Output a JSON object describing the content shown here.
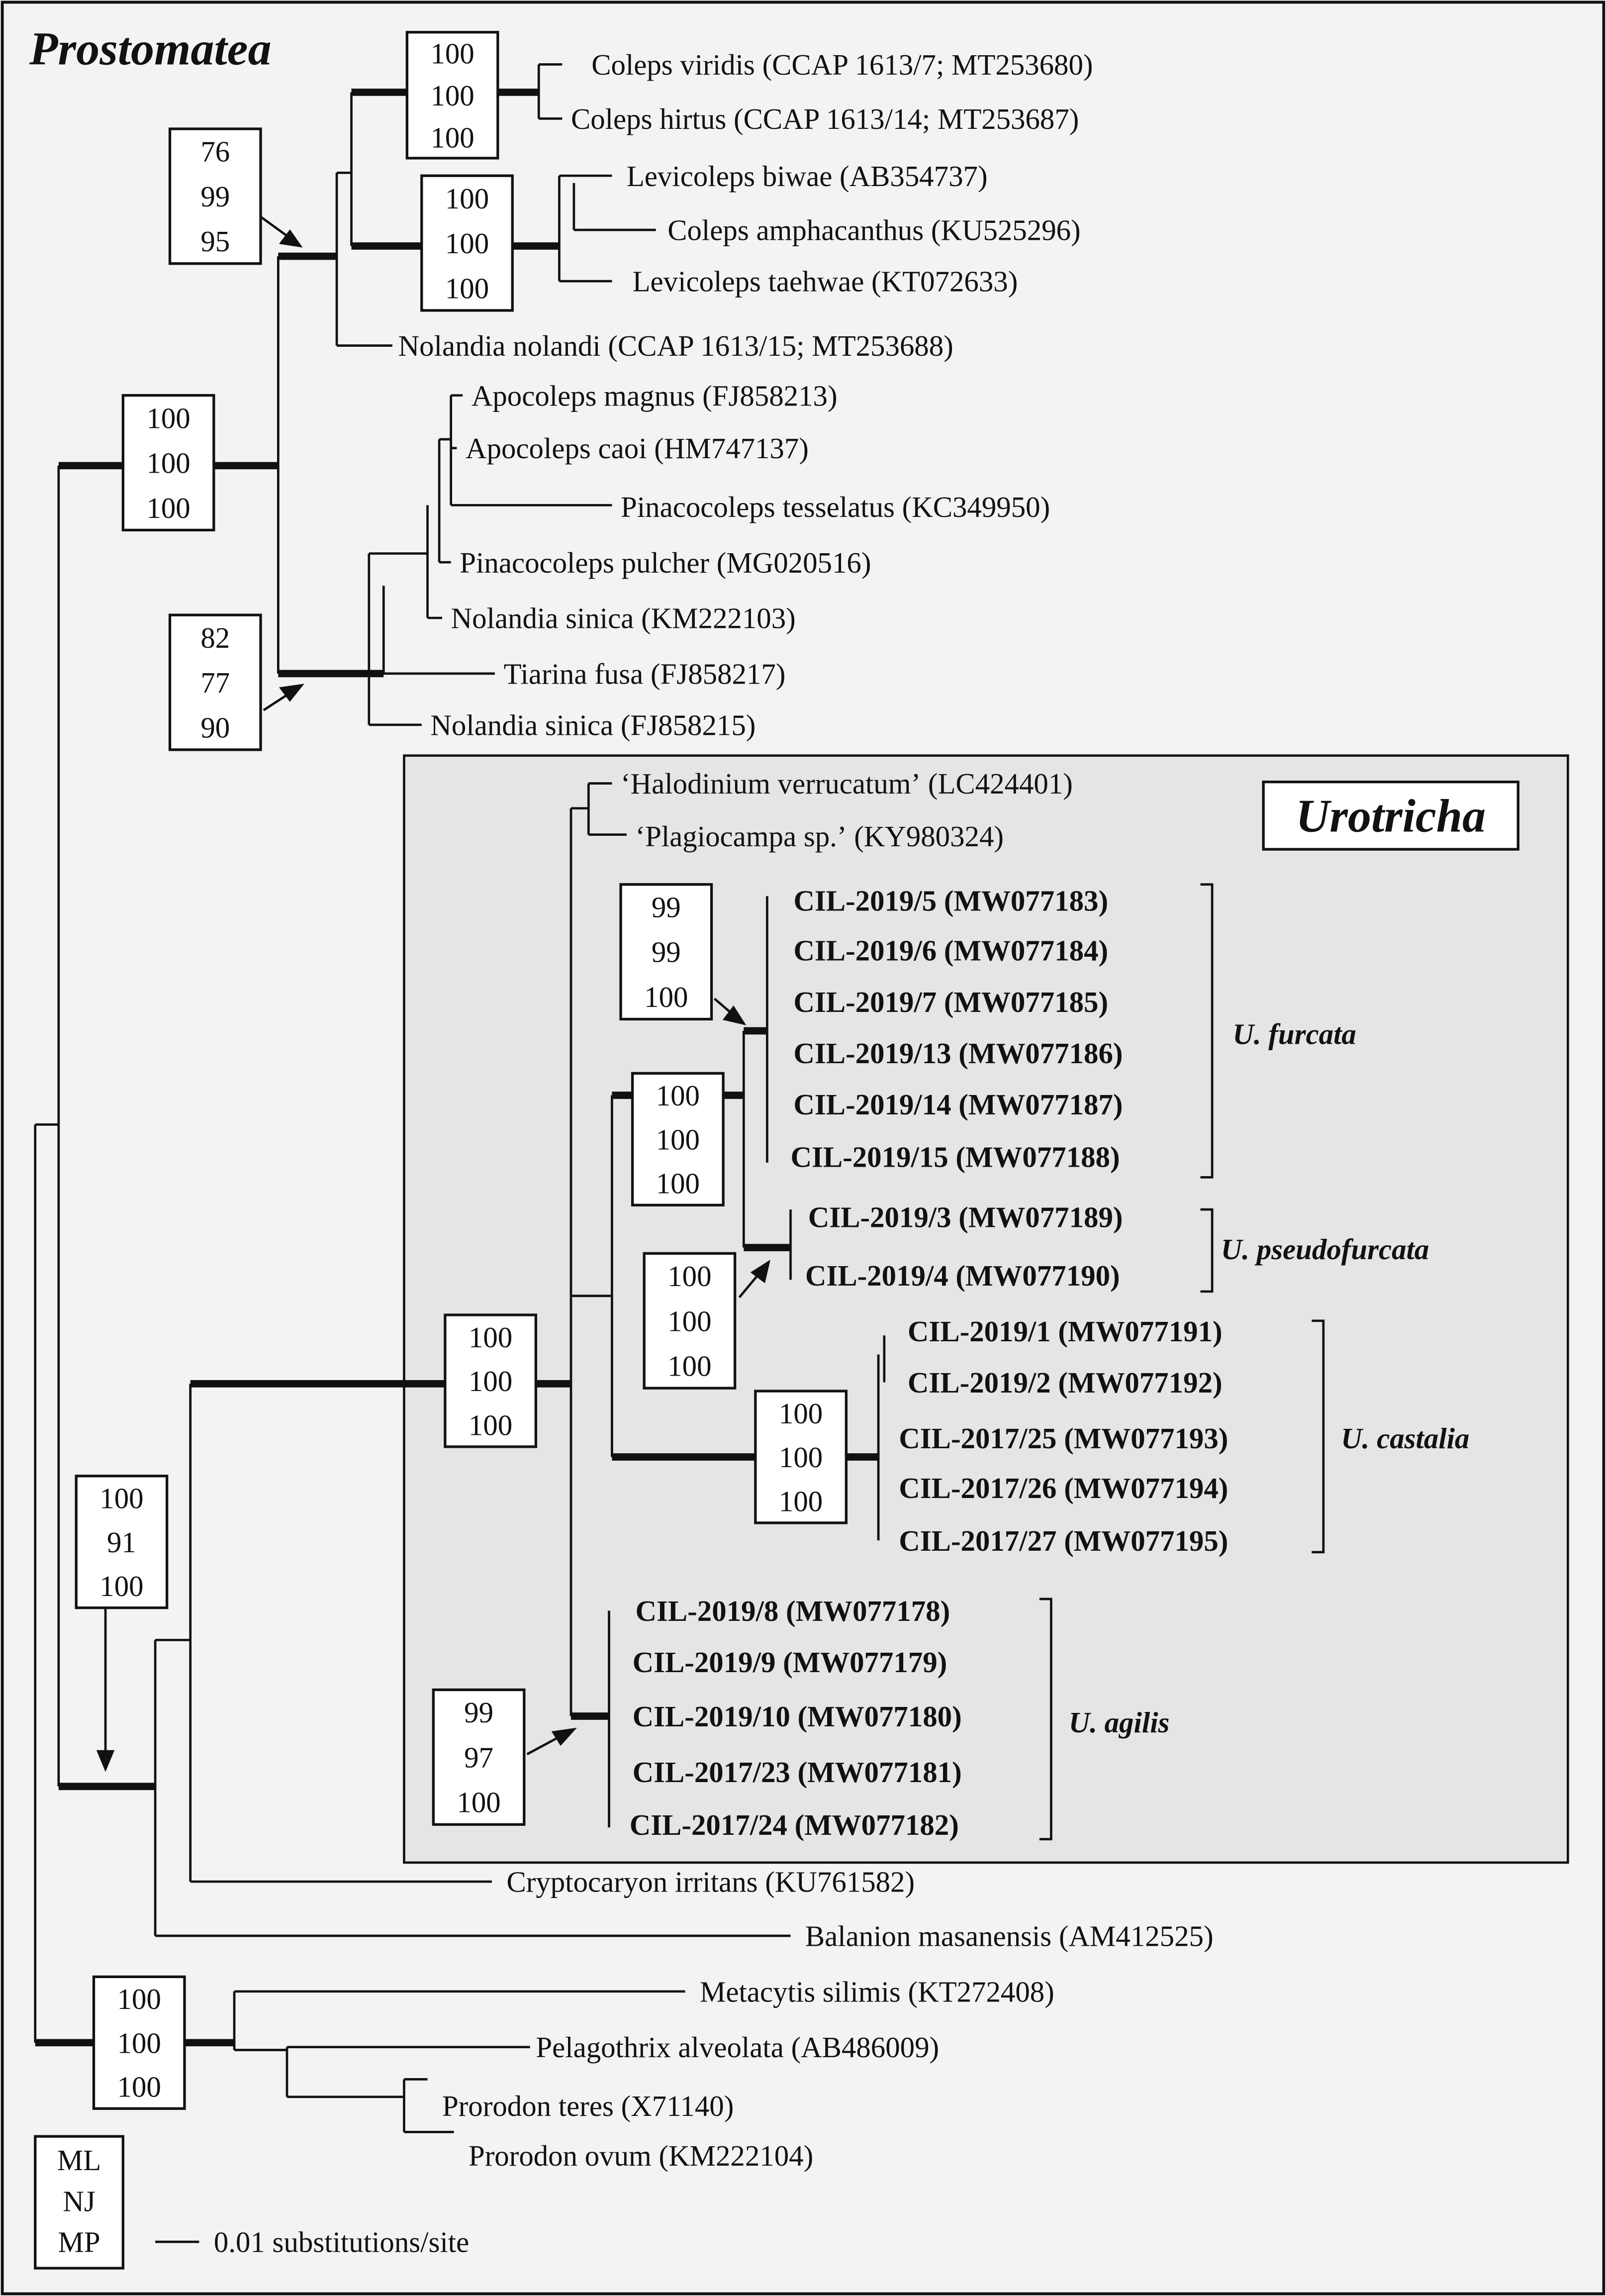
{
  "titles": {
    "prostomatea": "Prostomatea",
    "urotricha": "Urotricha"
  },
  "taxa": {
    "t1": {
      "name": "Coleps viridis",
      "acc": "(CCAP 1613/7; MT253680)"
    },
    "t2": {
      "name": "Coleps hirtus",
      "acc": "(CCAP 1613/14; MT253687)"
    },
    "t3": {
      "name": "Levicoleps biwae",
      "acc": "(AB354737)"
    },
    "t4": {
      "name": "Coleps amphacanthus",
      "acc": "(KU525296)"
    },
    "t5": {
      "name": "Levicoleps taehwae",
      "acc": "(KT072633)"
    },
    "t6": {
      "name": "Nolandia nolandi",
      "acc": "(CCAP 1613/15; MT253688)"
    },
    "t7": {
      "name": "Apocoleps magnus",
      "acc": "(FJ858213)"
    },
    "t8": {
      "name": "Apocoleps caoi",
      "acc": "(HM747137)"
    },
    "t9": {
      "name": "Pinacocoleps tesselatus",
      "acc": "(KC349950)"
    },
    "t10": {
      "name": "Pinacocoleps pulcher",
      "acc": "(MG020516)"
    },
    "t11": {
      "name": "Nolandia sinica",
      "acc": "(KM222103)"
    },
    "t12": {
      "name": "Tiarina fusa",
      "acc": "(FJ858217)"
    },
    "t13": {
      "name": "Nolandia sinica",
      "acc": "(FJ858215)"
    },
    "t14": {
      "name": "‘Halodinium verrucatum’",
      "acc": "(LC424401)"
    },
    "t15": {
      "name": "‘Plagiocampa sp.’",
      "acc": "(KY980324)"
    },
    "t16": {
      "name": "CIL-2019/5 (MW077183)"
    },
    "t17": {
      "name": "CIL-2019/6 (MW077184)"
    },
    "t18": {
      "name": "CIL-2019/7 (MW077185)"
    },
    "t19": {
      "name": "CIL-2019/13 (MW077186)"
    },
    "t20": {
      "name": "CIL-2019/14 (MW077187)"
    },
    "t21": {
      "name": "CIL-2019/15 (MW077188)"
    },
    "t22": {
      "name": "CIL-2019/3 (MW077189)"
    },
    "t23": {
      "name": "CIL-2019/4 (MW077190)"
    },
    "t24": {
      "name": "CIL-2019/1 (MW077191)"
    },
    "t25": {
      "name": "CIL-2019/2 (MW077192)"
    },
    "t26": {
      "name": "CIL-2017/25 (MW077193)"
    },
    "t27": {
      "name": "CIL-2017/26 (MW077194)"
    },
    "t28": {
      "name": "CIL-2017/27 (MW077195)"
    },
    "t29": {
      "name": "CIL-2019/8 (MW077178)"
    },
    "t30": {
      "name": "CIL-2019/9 (MW077179)"
    },
    "t31": {
      "name": "CIL-2019/10 (MW077180)"
    },
    "t32": {
      "name": "CIL-2017/23 (MW077181)"
    },
    "t33": {
      "name": "CIL-2017/24 (MW077182)"
    },
    "t34": {
      "name": "Cryptocaryon irritans",
      "acc": "(KU761582)"
    },
    "t35": {
      "name": "Balanion masanensis",
      "acc": "(AM412525)"
    },
    "t36": {
      "name": "Metacytis silimis",
      "acc": "(KT272408)"
    },
    "t37": {
      "name": "Pelagothrix alveolata",
      "acc": "(AB486009)"
    },
    "t38": {
      "name": "Prorodon teres",
      "acc": "(X71140)"
    },
    "t39": {
      "name": "Prorodon ovum",
      "acc": "(KM222104)"
    }
  },
  "species_groups": {
    "furcata": "U. furcata",
    "pseudofurcata": "U. pseudofurcata",
    "castalia": "U. castalia",
    "agilis": "U. agilis"
  },
  "support": {
    "s1": [
      "100",
      "100",
      "100"
    ],
    "s2": [
      "76",
      "99",
      "95"
    ],
    "s3": [
      "100",
      "100",
      "100"
    ],
    "s4": [
      "100",
      "100",
      "100"
    ],
    "s5": [
      "82",
      "77",
      "90"
    ],
    "s6": [
      "99",
      "99",
      "100"
    ],
    "s7": [
      "100",
      "100",
      "100"
    ],
    "s8": [
      "100",
      "100",
      "100"
    ],
    "s9": [
      "100",
      "100",
      "100"
    ],
    "s10": [
      "100",
      "100",
      "100"
    ],
    "s11": [
      "100",
      "91",
      "100"
    ],
    "s12": [
      "99",
      "97",
      "100"
    ],
    "s13": [
      "100",
      "100",
      "100"
    ]
  },
  "legend": {
    "ml": "ML",
    "nj": "NJ",
    "mp": "MP"
  },
  "scale": {
    "label": "0.01 substitutions/site"
  }
}
